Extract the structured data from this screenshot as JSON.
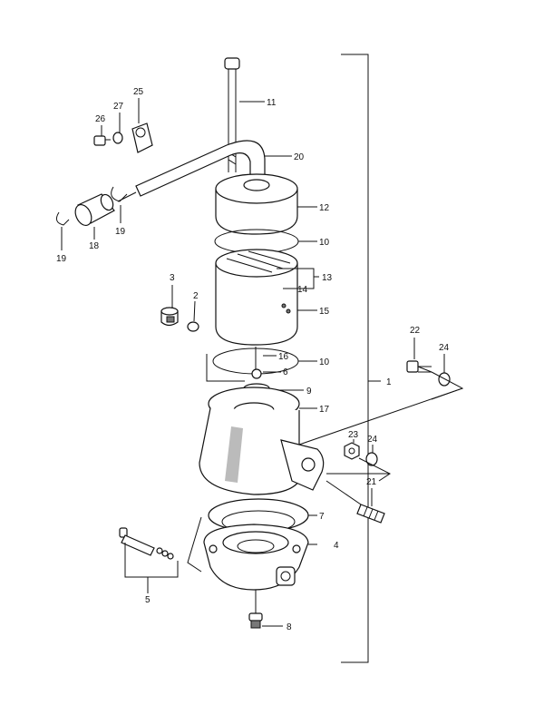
{
  "callouts": [
    {
      "id": "c1",
      "text": "1"
    },
    {
      "id": "c2",
      "text": "2"
    },
    {
      "id": "c3",
      "text": "3"
    },
    {
      "id": "c4",
      "text": "4"
    },
    {
      "id": "c5",
      "text": "5"
    },
    {
      "id": "c6",
      "text": "6"
    },
    {
      "id": "c7",
      "text": "7"
    },
    {
      "id": "c8",
      "text": "8"
    },
    {
      "id": "c9",
      "text": "9"
    },
    {
      "id": "c10a",
      "text": "10"
    },
    {
      "id": "c10b",
      "text": "10"
    },
    {
      "id": "c11",
      "text": "11"
    },
    {
      "id": "c12",
      "text": "12"
    },
    {
      "id": "c13",
      "text": "13"
    },
    {
      "id": "c14",
      "text": "14"
    },
    {
      "id": "c15",
      "text": "15"
    },
    {
      "id": "c16",
      "text": "16"
    },
    {
      "id": "c17",
      "text": "17"
    },
    {
      "id": "c18",
      "text": "18"
    },
    {
      "id": "c19a",
      "text": "19"
    },
    {
      "id": "c19b",
      "text": "19"
    },
    {
      "id": "c20",
      "text": "20"
    },
    {
      "id": "c21",
      "text": "21"
    },
    {
      "id": "c22",
      "text": "22"
    },
    {
      "id": "c23",
      "text": "23"
    },
    {
      "id": "c24a",
      "text": "24"
    },
    {
      "id": "c24b",
      "text": "24"
    },
    {
      "id": "c25",
      "text": "25"
    },
    {
      "id": "c26",
      "text": "26"
    },
    {
      "id": "c27",
      "text": "27"
    }
  ]
}
